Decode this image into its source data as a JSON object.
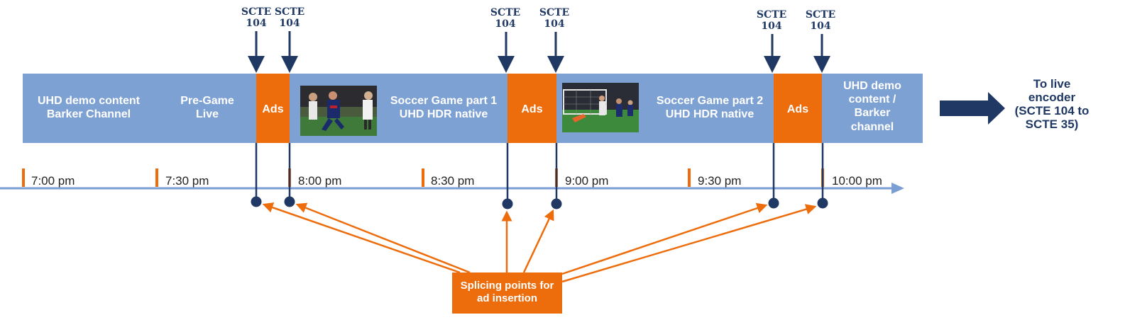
{
  "colors": {
    "bar": "#7ea1d4",
    "ads": "#ed6c0c",
    "navy": "#1f3864",
    "axis": "#7b9ed4",
    "tick": "#ed6c0c",
    "text_white": "#ffffff"
  },
  "scte_labels": [
    {
      "line1": "SCTE",
      "line2": "104"
    },
    {
      "line1": "SCTE",
      "line2": "104"
    },
    {
      "line1": "SCTE",
      "line2": "104"
    },
    {
      "line1": "SCTE",
      "line2": "104"
    },
    {
      "line1": "SCTE",
      "line2": "104"
    },
    {
      "line1": "SCTE",
      "line2": "104"
    }
  ],
  "segments": {
    "uhd_demo": "UHD demo content\nBarker Channel",
    "pregame": "Pre-Game\nLive",
    "ads1": "Ads",
    "soccer1": "Soccer Game part 1\nUHD HDR native",
    "ads2": "Ads",
    "soccer2": "Soccer Game part 2\nUHD HDR native",
    "ads3": "Ads",
    "uhd_end": "UHD demo\ncontent /\nBarker\nchannel"
  },
  "thumbnails": [
    {
      "name": "soccer-photo-1",
      "icon": "soccer-players-photo"
    },
    {
      "name": "soccer-photo-2",
      "icon": "soccer-goal-photo"
    }
  ],
  "times": [
    "7:00 pm",
    "7:30 pm",
    "8:00 pm",
    "8:30 pm",
    "9:00 pm",
    "9:30 pm",
    "10:00 pm"
  ],
  "encoder_label": "To live\nencoder\n(SCTE 104 to\nSCTE 35)",
  "splicing_label": "Splicing points for\nad insertion"
}
